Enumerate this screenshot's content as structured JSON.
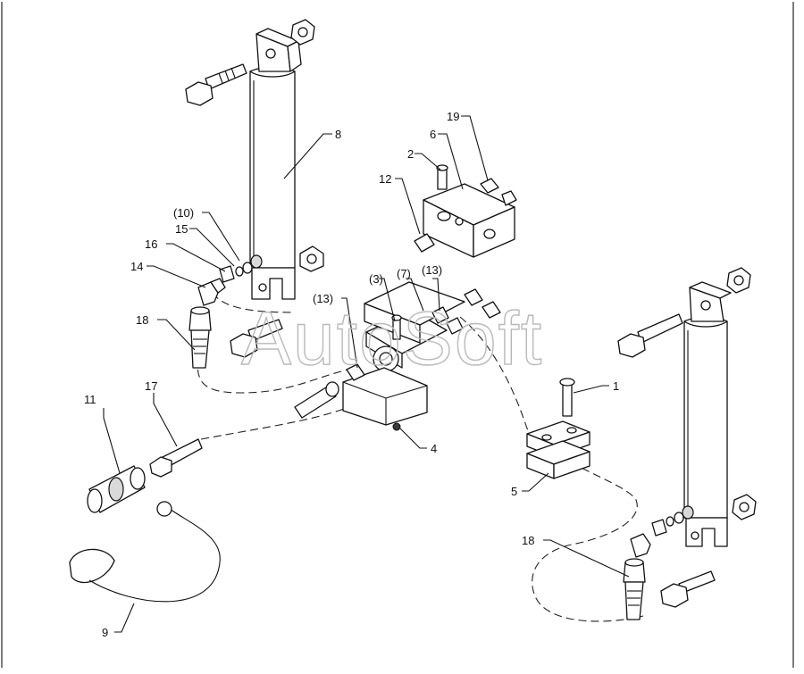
{
  "watermark": "AutoSoft",
  "labels": {
    "l8": "8",
    "l19": "19",
    "l2": "2",
    "l6": "6",
    "l12": "12",
    "l10": "(10)",
    "l15": "15",
    "l16": "16",
    "l14": "14",
    "l18a": "18",
    "l13a": "(13)",
    "l3": "(3)",
    "l7": "(7)",
    "l13b": "(13)",
    "l1": "1",
    "l11": "11",
    "l17": "17",
    "l4": "4",
    "l5": "5",
    "l18b": "18",
    "l9": "9"
  }
}
